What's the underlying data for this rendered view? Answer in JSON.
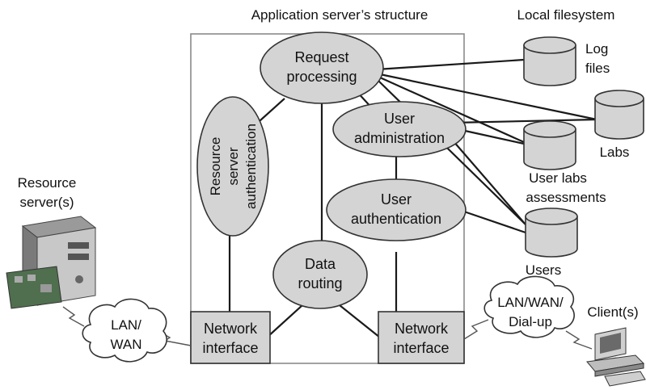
{
  "titles": {
    "app_structure": "Application server’s structure",
    "local_fs": "Local filesystem"
  },
  "nodes": {
    "request": [
      "Request",
      "processing"
    ],
    "resource_auth": [
      "Resource",
      "server",
      "authentication"
    ],
    "user_admin": [
      "User",
      "administration"
    ],
    "user_auth": [
      "User",
      "authentication"
    ],
    "data_routing": [
      "Data",
      "routing"
    ],
    "net_left": [
      "Network",
      "interface"
    ],
    "net_right": [
      "Network",
      "interface"
    ]
  },
  "storage": {
    "log": [
      "Log",
      "files"
    ],
    "labs": [
      "Labs"
    ],
    "user_labs": [
      "User labs",
      "assessments"
    ],
    "users": [
      "Users"
    ]
  },
  "external": {
    "resource_server": [
      "Resource",
      "server(s)"
    ],
    "lan_wan_left": [
      "LAN/",
      "WAN"
    ],
    "lan_wan_right": [
      "LAN/WAN/",
      "Dial-up"
    ],
    "clients": [
      "Client(s)"
    ]
  },
  "colors": {
    "node_fill": "#d4d4d4",
    "node_stroke": "#333333",
    "link": "#1a1a1a",
    "frame": "#8a8a8a"
  },
  "icons": [
    "database-icon",
    "server-icon",
    "computer-icon",
    "cloud-icon"
  ]
}
